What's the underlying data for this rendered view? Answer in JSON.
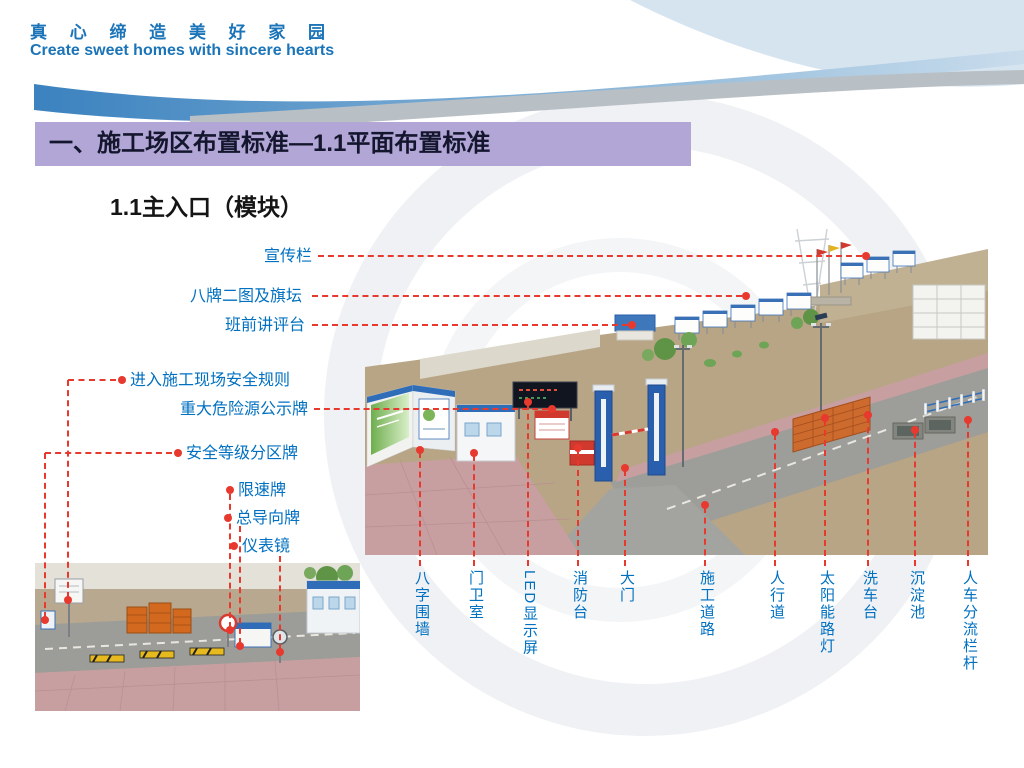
{
  "header": {
    "slogan_cn": "真 心 缔 造 美 好 家 园",
    "slogan_en": "Create sweet homes with sincere hearts"
  },
  "section": {
    "title": "一、施工场区布置标准—1.1平面布置标准",
    "subtitle": "1.1主入口（模块）"
  },
  "colors": {
    "label_blue": "#0070c0",
    "callout_red": "#e8392f",
    "title_bar_bg": "#b1a6d6",
    "header_blue": "#1b74b8"
  },
  "images": {
    "main": "construction-site-main-entrance-3d-rendering",
    "thumbnail": "main-entrance-detail-3d-rendering"
  },
  "callouts": {
    "left": [
      {
        "text": "宣传栏"
      },
      {
        "text": "八牌二图及旗坛"
      },
      {
        "text": "班前讲评台"
      },
      {
        "text": "进入施工现场安全规则"
      },
      {
        "text": "重大危险源公示牌"
      },
      {
        "text": "安全等级分区牌"
      },
      {
        "text": "限速牌"
      },
      {
        "text": "总导向牌"
      },
      {
        "text": "仪表镜"
      }
    ],
    "bottom": [
      {
        "text": "八字围墙"
      },
      {
        "text": "门卫室"
      },
      {
        "text": "LED显示屏"
      },
      {
        "text": "消防台"
      },
      {
        "text": "大门"
      },
      {
        "text": "施工道路"
      },
      {
        "text": "人行道"
      },
      {
        "text": "太阳能路灯"
      },
      {
        "text": "洗车台"
      },
      {
        "text": "沉淀池"
      },
      {
        "text": "人车分流栏杆"
      }
    ]
  }
}
